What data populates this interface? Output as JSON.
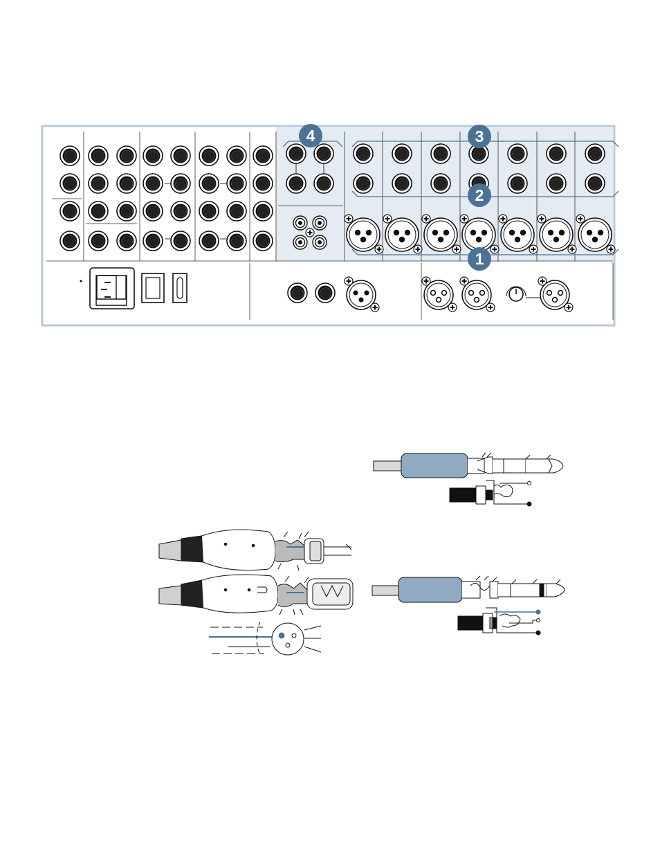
{
  "callouts": [
    {
      "id": "callout-1",
      "label": "1"
    },
    {
      "id": "callout-2",
      "label": "2"
    },
    {
      "id": "callout-3",
      "label": "3"
    },
    {
      "id": "callout-4",
      "label": "4"
    }
  ],
  "colors": {
    "accent": "#4a7396",
    "panel_border": "#b9cbdb",
    "highlight_fill": "#e4ebf2",
    "plug_body": "#8faac1",
    "ink": "#1a1a1a"
  },
  "icons": [
    "iec-power-inlet-icon",
    "power-switch-icon",
    "fuse-holder-icon",
    "trs-jack-icon",
    "rca-jack-icon",
    "xlr-jack-icon",
    "trim-knob-icon",
    "xlr-connector-icon",
    "ts-plug-icon",
    "trs-plug-icon"
  ]
}
